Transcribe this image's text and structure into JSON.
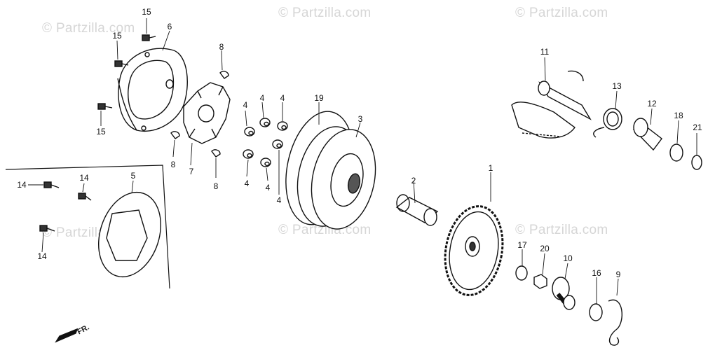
{
  "watermarks": [
    "© Partzilla.com",
    "© Partzilla.com",
    "© Partzilla.com",
    "© Partzilla.com",
    "© Partzilla.com",
    "© Partzilla.com"
  ],
  "front_label": "FR.",
  "callouts": {
    "c1": "1",
    "c2": "2",
    "c3": "3",
    "c4a": "4",
    "c4b": "4",
    "c4c": "4",
    "c4d": "4",
    "c4e": "4",
    "c4f": "4",
    "c5": "5",
    "c6": "6",
    "c7": "7",
    "c8a": "8",
    "c8b": "8",
    "c8c": "8",
    "c9": "9",
    "c10": "10",
    "c11": "11",
    "c12": "12",
    "c13": "13",
    "c14a": "14",
    "c14b": "14",
    "c14c": "14",
    "c15a": "15",
    "c15b": "15",
    "c15c": "15",
    "c16": "16",
    "c17": "17",
    "c18": "18",
    "c19": "19",
    "c20": "20",
    "c21": "21"
  }
}
